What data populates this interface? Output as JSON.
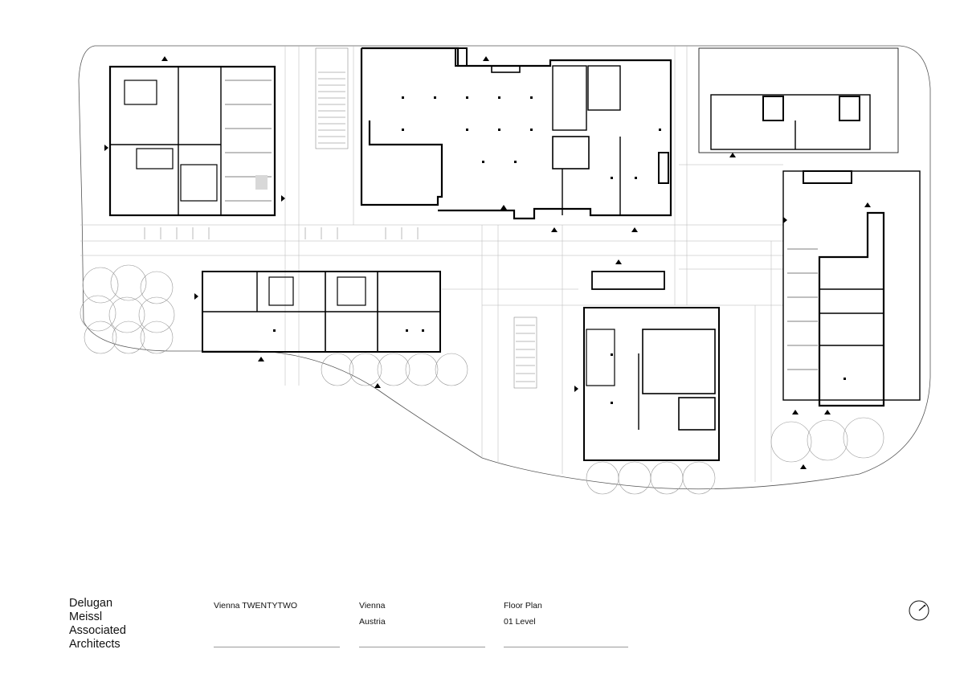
{
  "firm": {
    "line1": "Delugan",
    "line2": "Meissl",
    "line3": "Associated",
    "line4": "Architects"
  },
  "project": {
    "name": "Vienna TWENTYTWO"
  },
  "location": {
    "city": "Vienna",
    "country": "Austria"
  },
  "drawing": {
    "type": "Floor Plan",
    "level": "01 Level"
  },
  "colors": {
    "ink": "#111111",
    "wall": "#000000",
    "thin_line": "#9a9a9a",
    "fill": "#d8d8d8"
  },
  "icons": {
    "north_arrow": "north-arrow-icon"
  }
}
